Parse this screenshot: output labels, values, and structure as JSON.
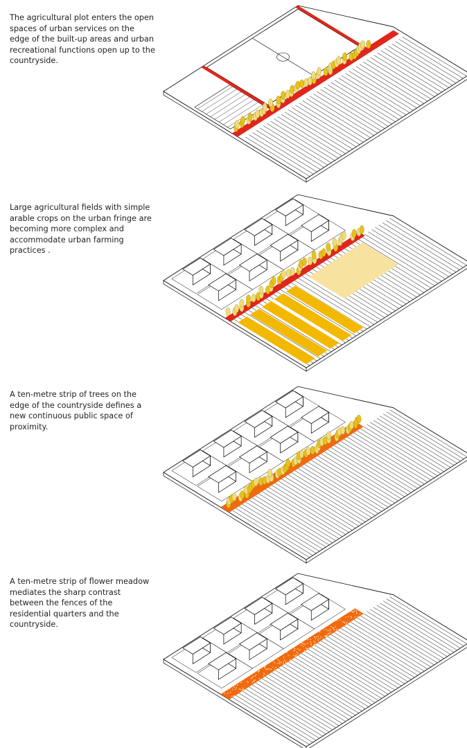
{
  "captions": [
    "The agricultural plot enters the open spaces of urban services on the edge of the built-up areas and urban recreational functions open up to the countryside.",
    "Large agricultural fields with simple arable crops on the urban fringe are becoming more complex and accommodate urban farming practices .",
    "A ten-metre strip of trees on the edge of the countryside defines a new continuous public space of proximity.",
    "A ten-metre strip of flower meadow mediates the sharp contrast between the fences of the residential quarters and the countryside."
  ],
  "colors": {
    "red": "#e0261b",
    "orange": "#f06a10",
    "yellow": "#f3b800",
    "tree_yellow": "#e8c21a",
    "tree_light": "#f0dc7a",
    "crop_light": "#f7e2a0"
  }
}
